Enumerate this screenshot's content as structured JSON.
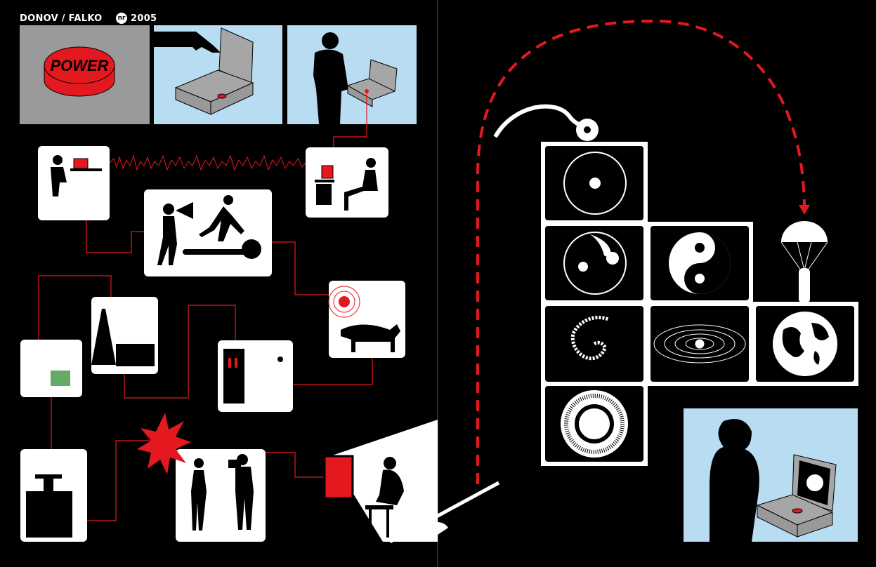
{
  "header": {
    "authors": "DONOV / FALKO",
    "logo": "nr",
    "year": "2005"
  },
  "panels": {
    "power_button_label": "POWER"
  },
  "colors": {
    "background": "#000000",
    "accent_red": "#e3191f",
    "sky_blue": "#b8dcf2",
    "panel_gray": "#9a9a9a",
    "case_gray": "#a6a6a6"
  }
}
